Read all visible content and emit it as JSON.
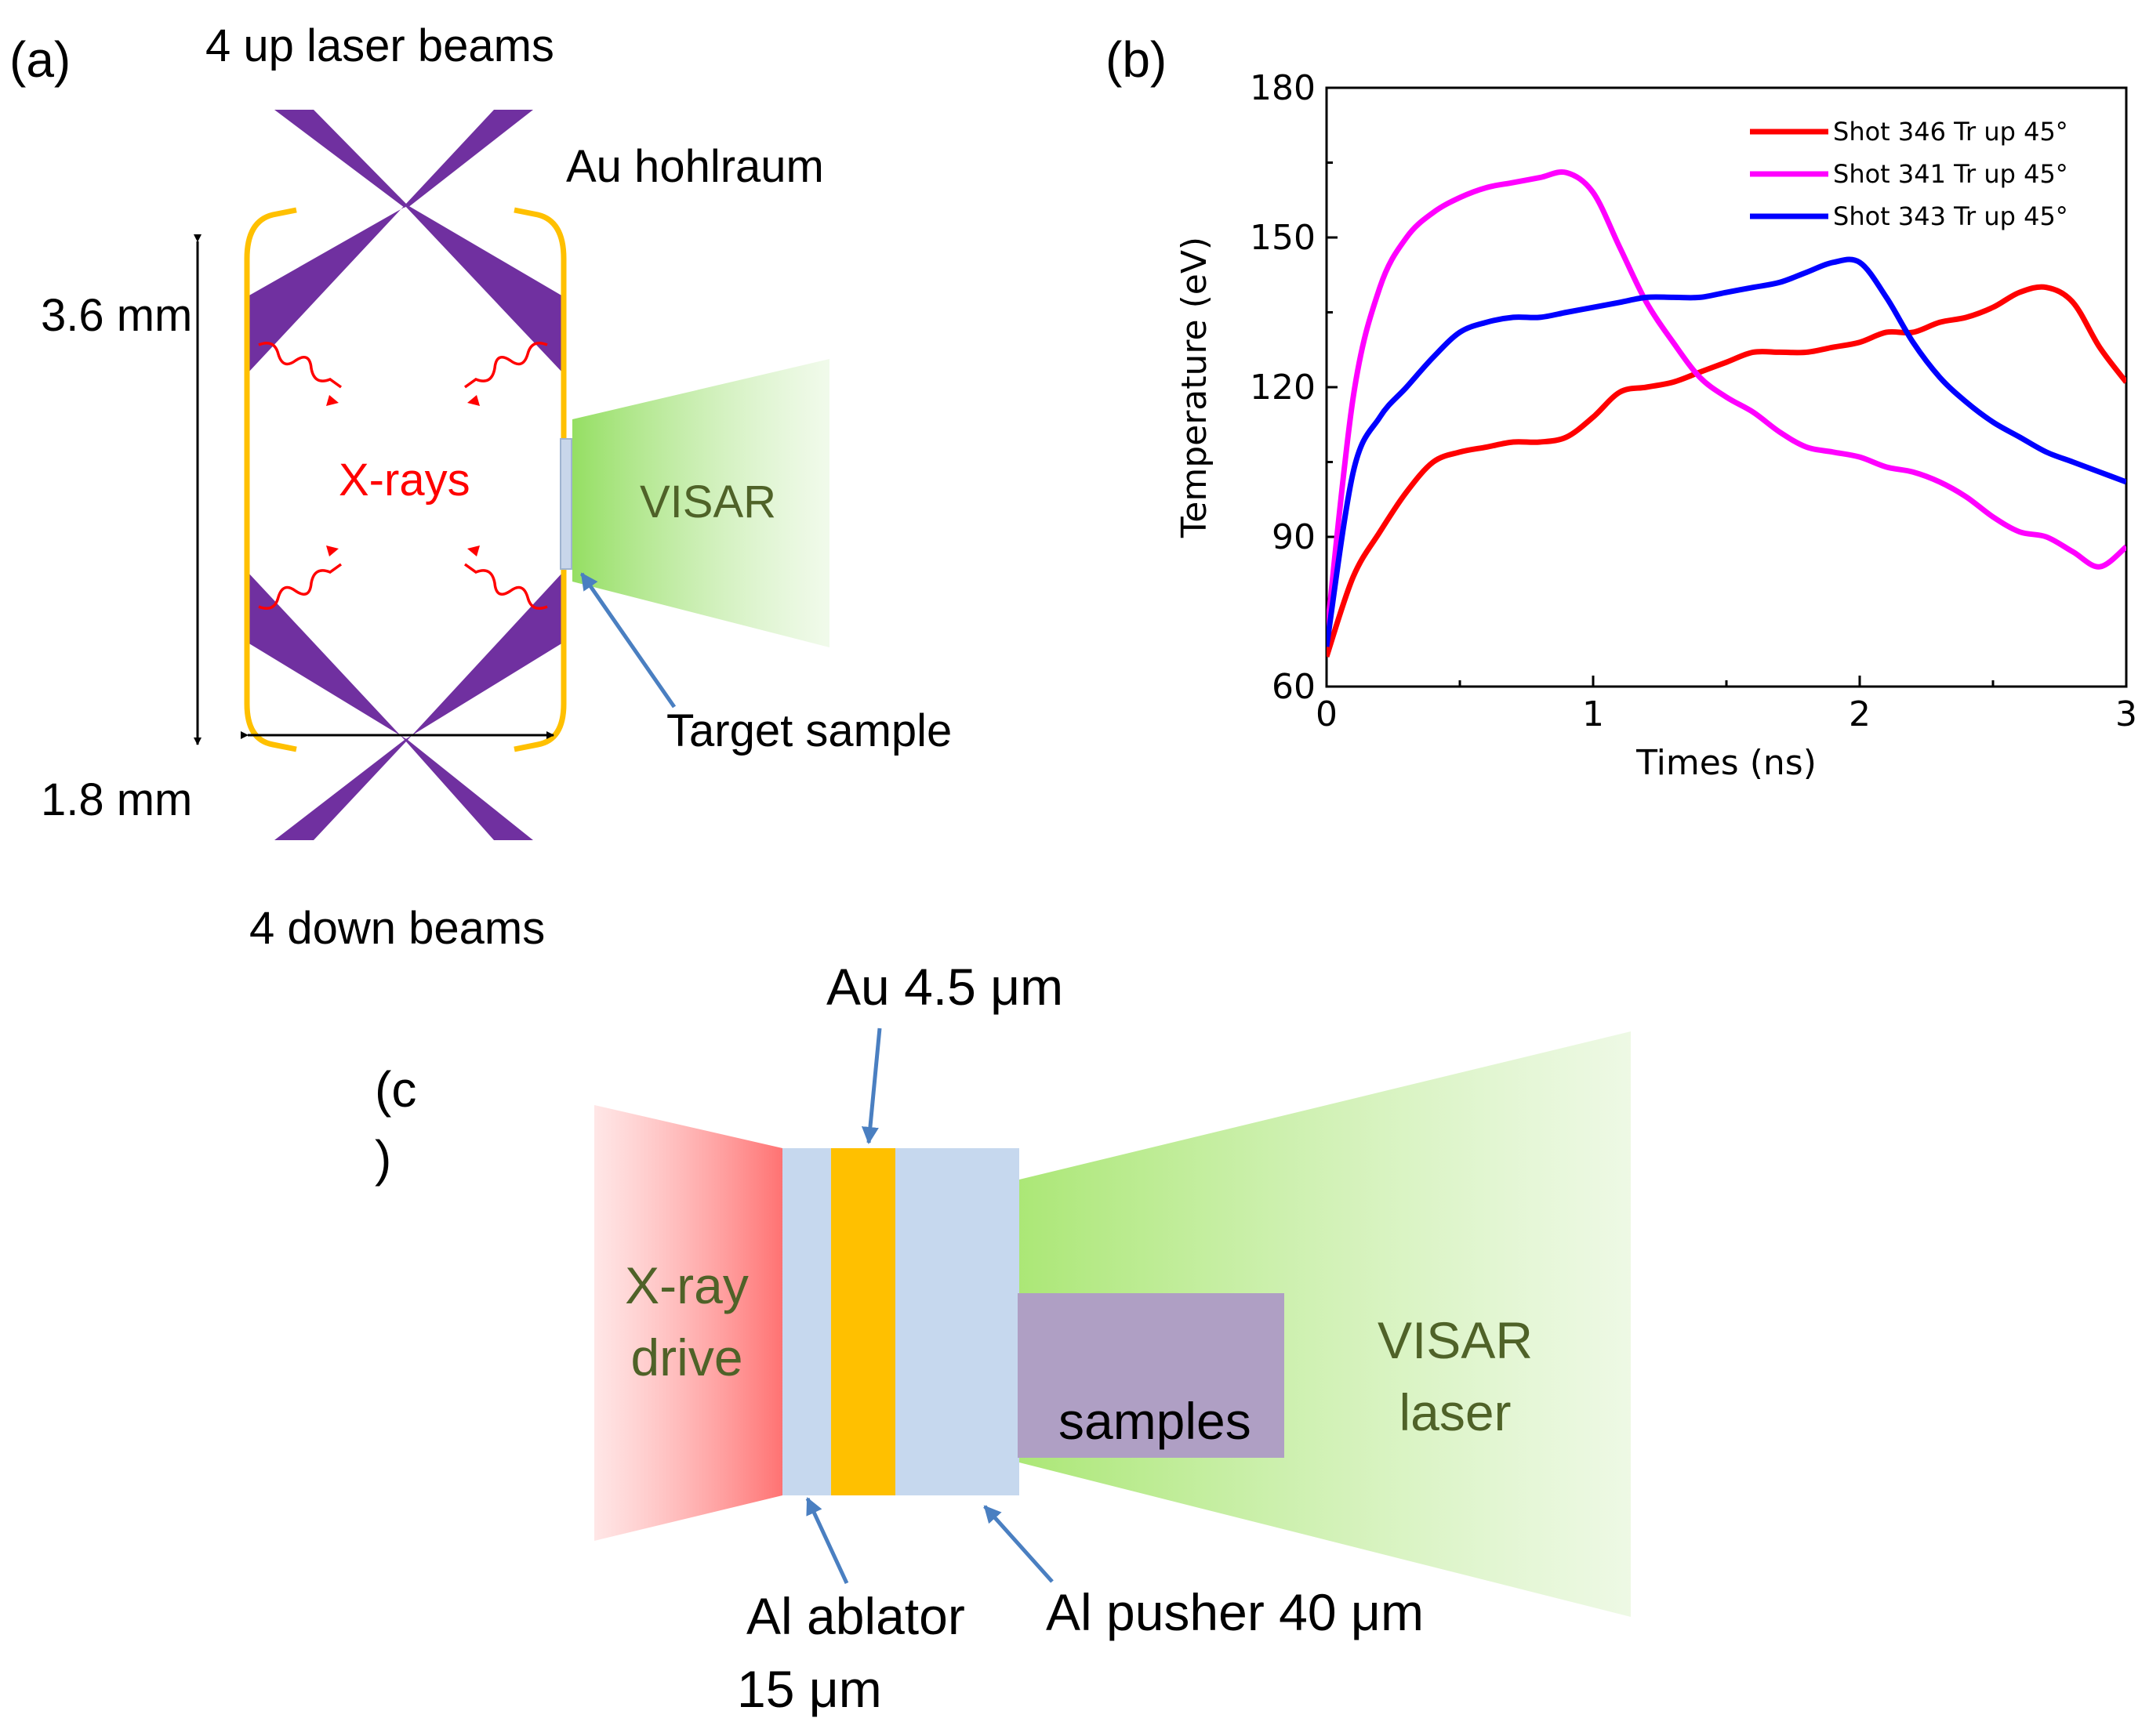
{
  "panel_a": {
    "label": "(a)",
    "up_beams": "4 up laser beams",
    "down_beams": "4 down beams",
    "hohlraum": "Au hohlraum",
    "height": "3.6 mm",
    "width": "1.8 mm",
    "xrays": "X-rays",
    "visar": "VISAR",
    "target": "Target sample",
    "colors": {
      "beam": "#7030a0",
      "hohlraum": "#ffc000",
      "xray": "#ff0000",
      "visar_text": "#4f6228",
      "arrow": "#4a7fc1"
    }
  },
  "panel_b": {
    "label": "(b)"
  },
  "panel_c": {
    "label_line1": "(c",
    "label_line2": ")",
    "au": "Au 4.5 μm",
    "xray_line1": "X-ray",
    "xray_line2": "drive",
    "samples": "samples",
    "visar_line1": "VISAR",
    "visar_line2": "laser",
    "ablator_line1": "Al ablator",
    "ablator_line2": "15 μm",
    "pusher": "Al pusher 40 μm"
  },
  "chart_data": {
    "type": "line",
    "xlabel": "Times (ns)",
    "ylabel": "Temperature (eV)",
    "xlim": [
      0,
      3
    ],
    "ylim": [
      60,
      180
    ],
    "xticks": [
      0,
      1,
      2,
      3
    ],
    "yticks": [
      60,
      90,
      120,
      150,
      180
    ],
    "grid": false,
    "legend_position": "top-right",
    "series": [
      {
        "name": "Shot 346 Tr up 45°",
        "color": "#ff0000",
        "x": [
          0,
          0.1,
          0.2,
          0.3,
          0.4,
          0.5,
          0.6,
          0.7,
          0.8,
          0.9,
          1.0,
          1.1,
          1.2,
          1.3,
          1.4,
          1.5,
          1.6,
          1.7,
          1.8,
          1.9,
          2.0,
          2.1,
          2.2,
          2.3,
          2.4,
          2.5,
          2.6,
          2.7,
          2.8,
          2.9,
          3.0
        ],
        "y": [
          66,
          82,
          91,
          99,
          105,
          107,
          108,
          109,
          109,
          110,
          114,
          119,
          120,
          121,
          123,
          125,
          127,
          127,
          127,
          128,
          129,
          131,
          131,
          133,
          134,
          136,
          139,
          140,
          137,
          128,
          121
        ]
      },
      {
        "name": "Shot 341 Tr up 45°",
        "color": "#ff00ff",
        "x": [
          0,
          0.1,
          0.2,
          0.3,
          0.4,
          0.5,
          0.6,
          0.7,
          0.8,
          0.9,
          1.0,
          1.1,
          1.2,
          1.3,
          1.4,
          1.5,
          1.6,
          1.7,
          1.8,
          1.9,
          2.0,
          2.1,
          2.2,
          2.3,
          2.4,
          2.5,
          2.6,
          2.7,
          2.8,
          2.9,
          3.0
        ],
        "y": [
          70,
          118,
          140,
          150,
          155,
          158,
          160,
          161,
          162,
          163,
          159,
          148,
          137,
          129,
          122,
          118,
          115,
          111,
          108,
          107,
          106,
          104,
          103,
          101,
          98,
          94,
          91,
          90,
          87,
          84,
          88
        ]
      },
      {
        "name": "Shot 343 Tr up 45°",
        "color": "#0000ff",
        "x": [
          0,
          0.1,
          0.2,
          0.3,
          0.4,
          0.5,
          0.6,
          0.7,
          0.8,
          0.9,
          1.0,
          1.1,
          1.2,
          1.3,
          1.4,
          1.5,
          1.6,
          1.7,
          1.8,
          1.9,
          2.0,
          2.1,
          2.2,
          2.3,
          2.4,
          2.5,
          2.6,
          2.7,
          2.8,
          2.9,
          3.0
        ],
        "y": [
          68,
          103,
          114,
          120,
          126,
          131,
          133,
          134,
          134,
          135,
          136,
          137,
          138,
          138,
          138,
          139,
          140,
          141,
          143,
          145,
          145,
          138,
          129,
          122,
          117,
          113,
          110,
          107,
          105,
          103,
          101
        ]
      }
    ]
  }
}
